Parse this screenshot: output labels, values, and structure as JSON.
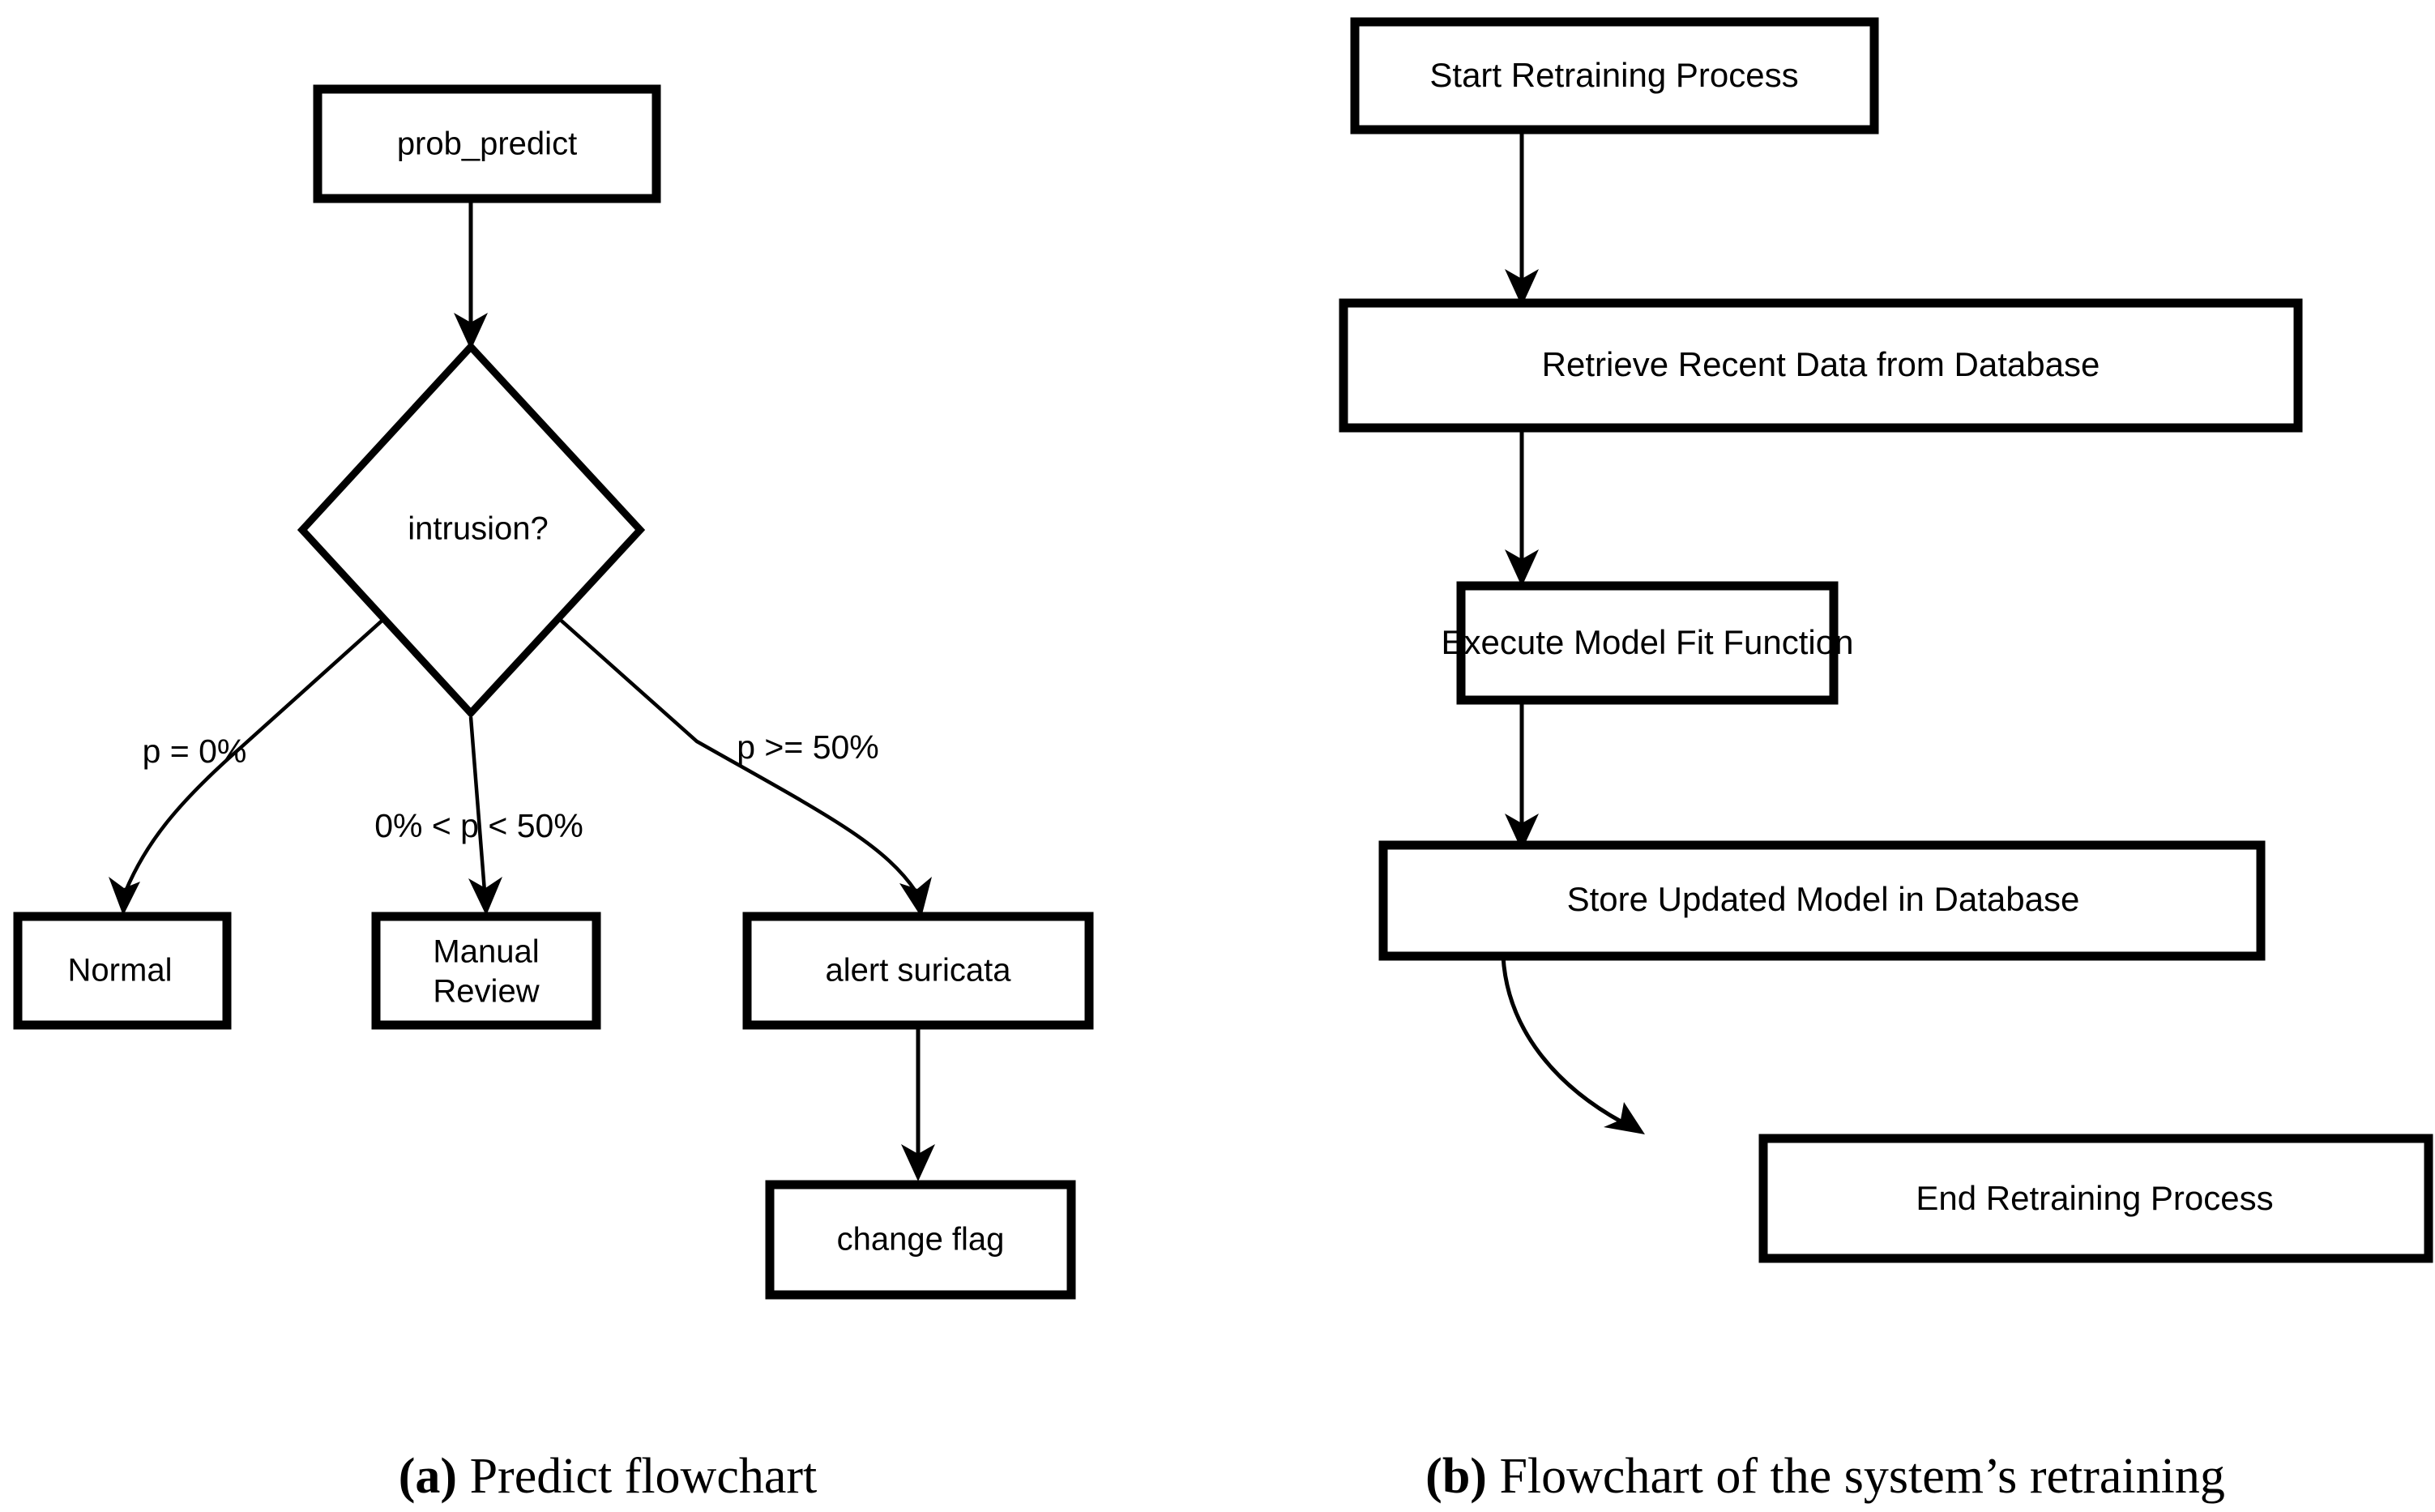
{
  "figure": {
    "background_color": "#ffffff",
    "stroke_color": "#000000"
  },
  "panel_a": {
    "caption_tag": "(a)",
    "caption_text": " Predict flowchart",
    "nodes": {
      "prob_predict": "prob_predict",
      "intrusion": "intrusion?",
      "normal": "Normal",
      "manual_review_line1": "Manual",
      "manual_review_line2": "Review",
      "alert_suricata": "alert suricata",
      "change_flag": "change flag"
    },
    "edge_labels": {
      "left": "p = 0%",
      "middle": "0% < p < 50%",
      "right": "p >= 50%"
    }
  },
  "panel_b": {
    "caption_tag": "(b)",
    "caption_text": " Flowchart of the system’s retraining",
    "nodes": {
      "start": "Start Retraining Process",
      "retrieve": "Retrieve Recent Data from Database",
      "execute": "Execute Model Fit Function",
      "store": "Store Updated Model in Database",
      "end": "End Retraining Process"
    }
  }
}
